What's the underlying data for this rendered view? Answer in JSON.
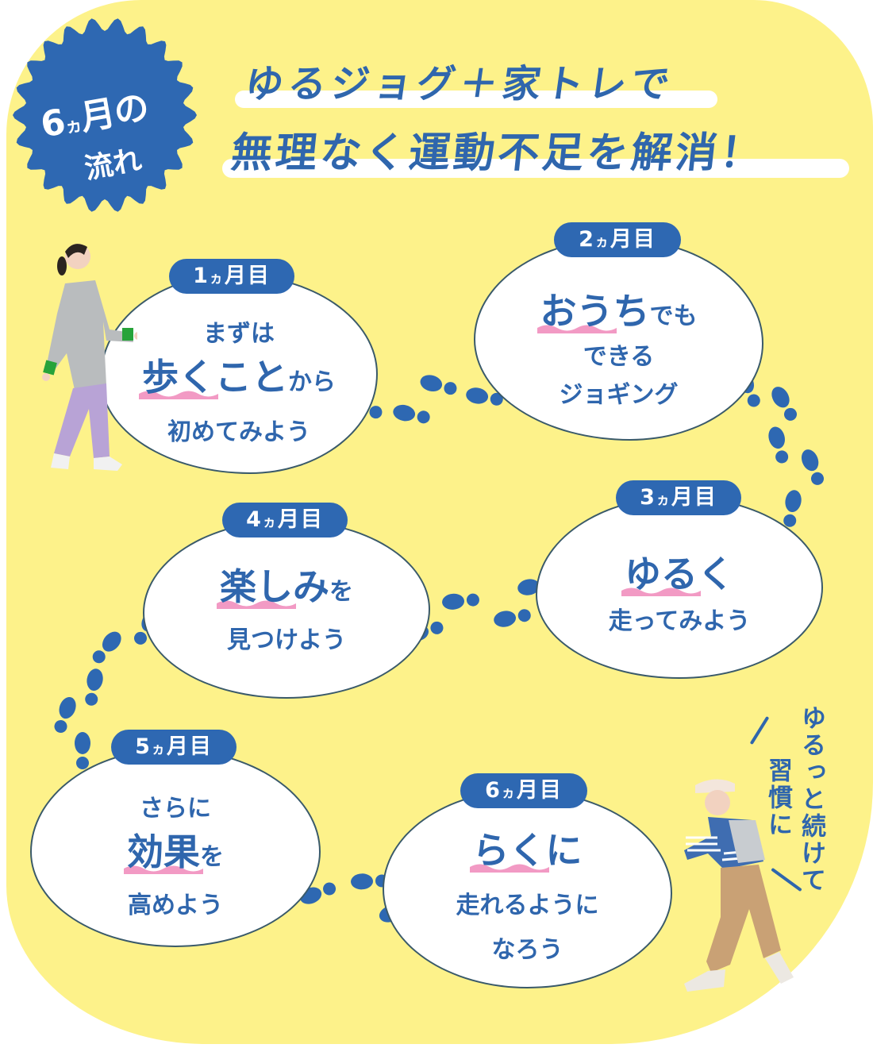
{
  "badge": {
    "line1_num": "6",
    "line1_ka": "ヵ",
    "line1_rest": "月の",
    "line2": "流れ",
    "color": "#2e68b2"
  },
  "headline": {
    "line1": "ゆるジョグ＋家トレで",
    "line2": "無理なく運動不足を解消！"
  },
  "steps": [
    {
      "label_num": "1",
      "label_ka": "ヵ",
      "label_rest": "月目",
      "lines": [
        {
          "text": "まずは"
        },
        {
          "highlight": "歩くこと",
          "rest": "から"
        },
        {
          "text": "初めてみよう"
        }
      ]
    },
    {
      "label_num": "2",
      "label_ka": "ヵ",
      "label_rest": "月目",
      "lines": [
        {
          "highlight": "おうち",
          "rest": "でも"
        },
        {
          "text": "できる"
        },
        {
          "text": "ジョギング"
        }
      ]
    },
    {
      "label_num": "3",
      "label_ka": "ヵ",
      "label_rest": "月目",
      "lines": [
        {
          "highlight": "ゆるく",
          "rest": ""
        },
        {
          "text": "走ってみよう"
        }
      ]
    },
    {
      "label_num": "4",
      "label_ka": "ヵ",
      "label_rest": "月目",
      "lines": [
        {
          "highlight": "楽しみ",
          "rest": "を"
        },
        {
          "text": "見つけよう"
        }
      ]
    },
    {
      "label_num": "5",
      "label_ka": "ヵ",
      "label_rest": "月目",
      "lines": [
        {
          "text": "さらに"
        },
        {
          "highlight": "効果",
          "rest": "を"
        },
        {
          "text": "高めよう"
        }
      ]
    },
    {
      "label_num": "6",
      "label_ka": "ヵ",
      "label_rest": "月目",
      "lines": [
        {
          "highlight": "らくに",
          "rest": ""
        },
        {
          "text": "走れるように"
        },
        {
          "text": "なろう"
        }
      ]
    }
  ],
  "side_note": {
    "col1": "ゆるっと続けて",
    "col2": "習慣に"
  },
  "colors": {
    "background": "#fdf28a",
    "accent_blue": "#2e68b2",
    "highlight_pink": "#f29ac4",
    "bubble_fill": "#ffffff",
    "bubble_stroke": "#3a5a6a"
  },
  "figures": [
    {
      "name": "walking-woman"
    },
    {
      "name": "jogging-woman"
    }
  ]
}
